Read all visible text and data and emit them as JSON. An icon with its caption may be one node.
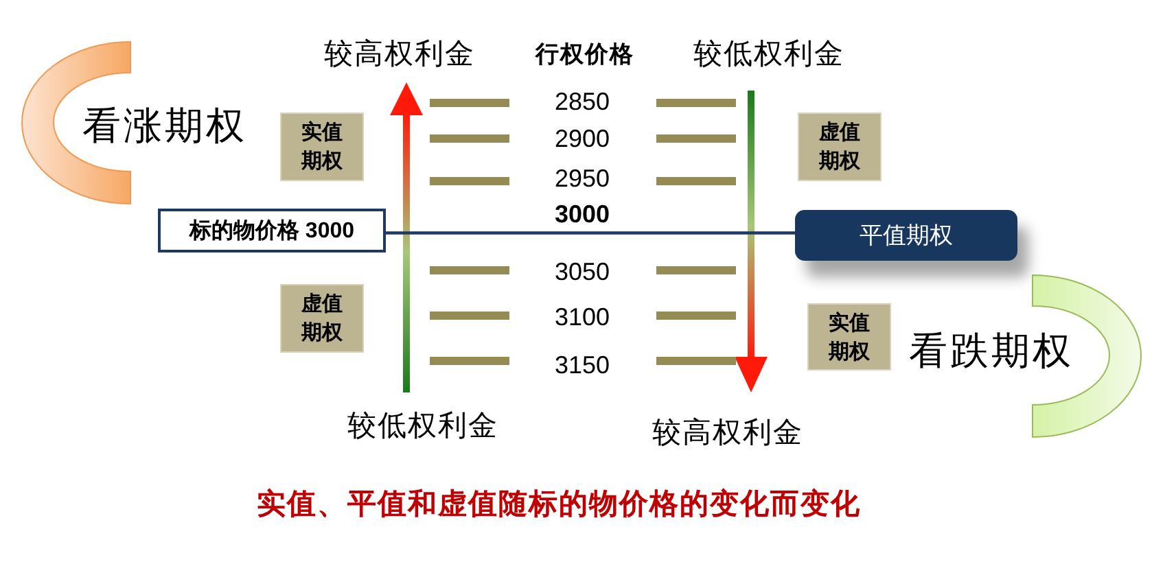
{
  "diagram": {
    "caption": "实值、平值和虚值随标的物价格的变化而变化",
    "nodes": [
      {
        "text": [
          "看涨期权"
        ]
      },
      {
        "text": [
          "实值期权"
        ]
      },
      {
        "text": [
          "虚值期权"
        ]
      },
      {
        "text": [
          "标的物价格 3000"
        ]
      },
      {
        "text": [
          "平值期权"
        ]
      },
      {
        "text": [
          "虚值期权"
        ]
      },
      {
        "text": [
          "实值期权"
        ]
      },
      {
        "text": [
          "看跌期权"
        ]
      }
    ],
    "edges": [
      {
        "from": 3,
        "to": 4,
        "arrow": "none"
      }
    ],
    "labels": [
      "较高权利金",
      "行权价格",
      "较低权利金",
      "2850",
      "2900",
      "2950",
      "3000",
      "3050",
      "3100",
      "3150",
      "较低权利金",
      "较高权利金"
    ]
  }
}
